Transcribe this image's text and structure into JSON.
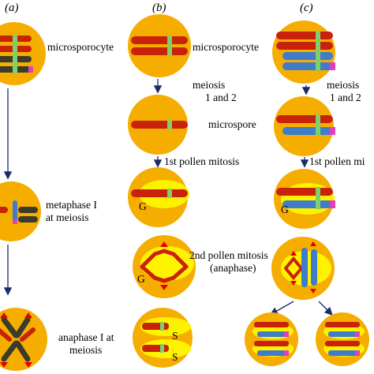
{
  "panels": {
    "a": "(a)",
    "b": "(b)",
    "c": "(c)"
  },
  "labels": {
    "microsporocyte_a": "microsporocyte",
    "metaphase_line1": "metaphase I",
    "metaphase_line2": "at meiosis",
    "anaphase_line1": "anaphase I at",
    "anaphase_line2": "meiosis",
    "microsporocyte_b": "microsporocyte",
    "meiosis_b_line1": "meiosis",
    "meiosis_b_line2": "1 and 2",
    "microspore": "microspore",
    "pollen_mitosis_b": "1st pollen mitosis",
    "pollen2_line1": "2nd pollen mitosis",
    "pollen2_line2": "(anaphase)",
    "meiosis_c_line1": "meiosis",
    "meiosis_c_line2": "1 and 2",
    "pollen_mitosis_c": "1st pollen mi",
    "g1": "G",
    "g2": "G",
    "g3": "G",
    "s1": "S",
    "s2": "S"
  },
  "colors": {
    "cell_outer": "#f5ae00",
    "cell_inner": "#fff200",
    "chromosome_red": "#c8220a",
    "chromosome_blue": "#3f7cc9",
    "chromosome_dark": "#3b3b2a",
    "centromere_green": "#7fd06b",
    "knob_magenta": "#e040c0",
    "arrow_red": "#e60000",
    "arrow_dark": "#1a2a6a"
  }
}
